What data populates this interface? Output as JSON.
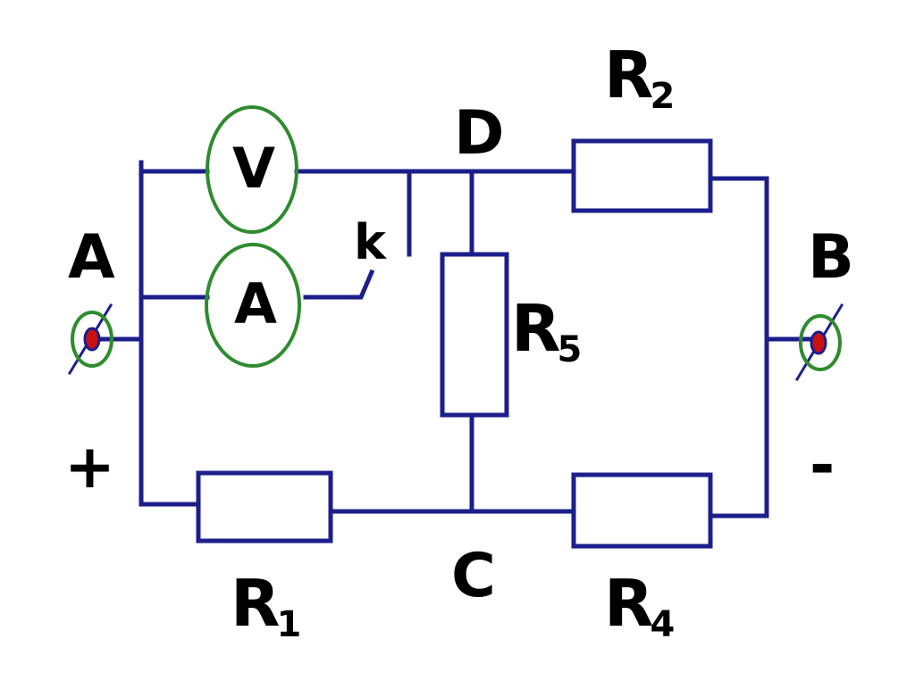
{
  "nodes": {
    "a": "A",
    "b": "B",
    "c": "C",
    "d": "D"
  },
  "polarity": {
    "plus": "+",
    "minus": "-"
  },
  "meters": {
    "voltmeter": "V",
    "ammeter": "A"
  },
  "key_label": "k",
  "resistors": {
    "r1": {
      "letter": "R",
      "index": "1"
    },
    "r2": {
      "letter": "R",
      "index": "2"
    },
    "r4": {
      "letter": "R",
      "index": "4"
    },
    "r5": {
      "letter": "R",
      "index": "5"
    }
  },
  "colors": {
    "wire": "#1c1f8a",
    "meter_ring": "#2e8b2e",
    "terminal_dot": "#cc1010",
    "text": "#000000"
  }
}
